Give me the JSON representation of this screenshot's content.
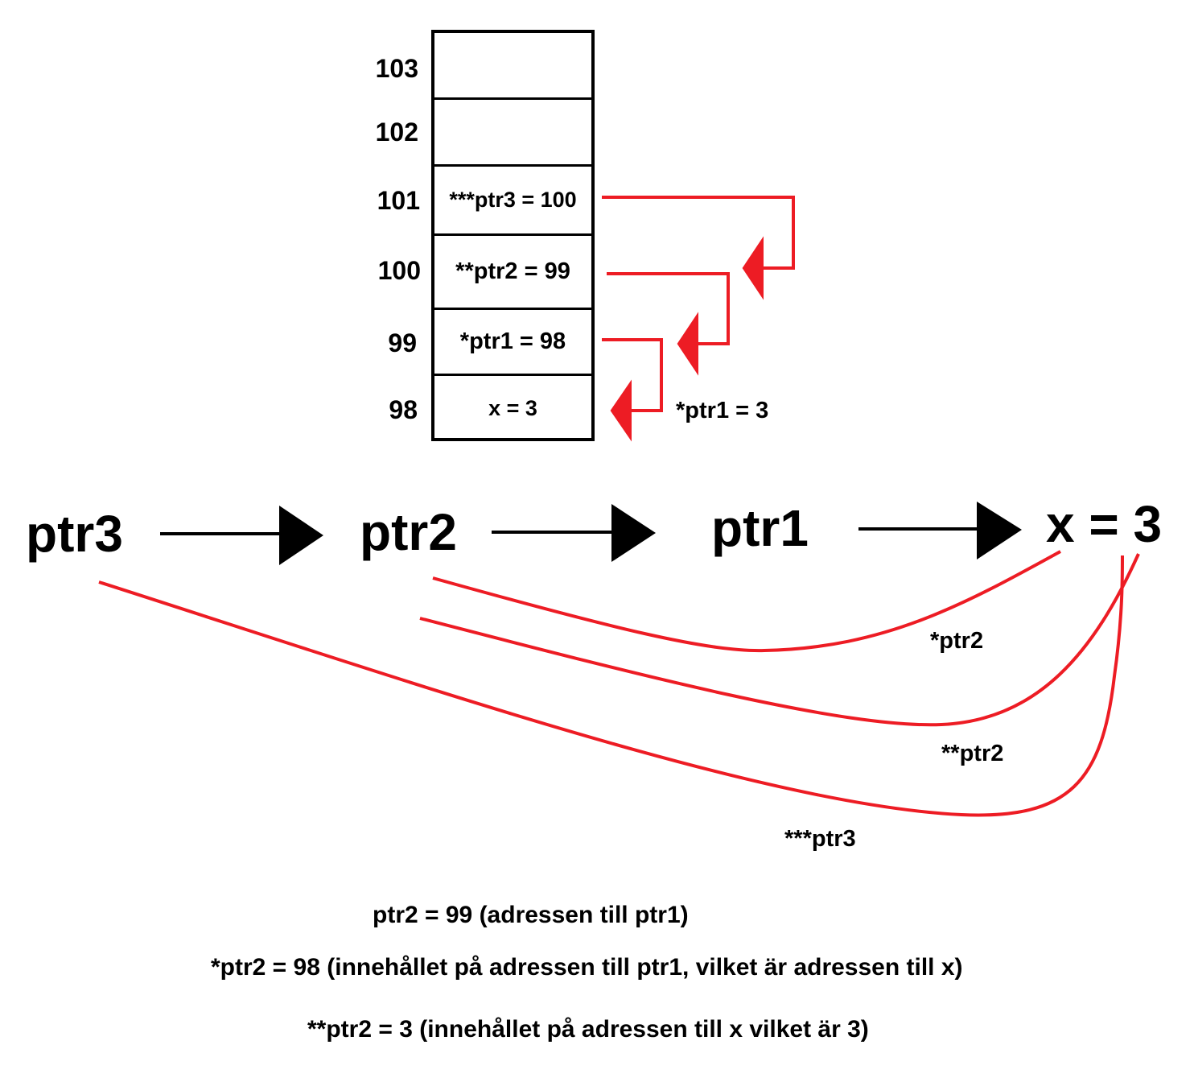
{
  "memory": {
    "cells": [
      {
        "address": "103",
        "content": ""
      },
      {
        "address": "102",
        "content": ""
      },
      {
        "address": "101",
        "content": "***ptr3 = 100"
      },
      {
        "address": "100",
        "content": "**ptr2 = 99"
      },
      {
        "address": "99",
        "content": "*ptr1 = 98"
      },
      {
        "address": "98",
        "content": "x = 3"
      }
    ],
    "side_label": "*ptr1 = 3"
  },
  "chain": {
    "nodes": [
      "ptr3",
      "ptr2",
      "ptr1",
      "x = 3"
    ]
  },
  "curves": {
    "labels": [
      "*ptr2",
      "**ptr2",
      "***ptr3"
    ]
  },
  "notes": [
    "ptr2 = 99 (adressen till ptr1)",
    "*ptr2 = 98 (innehållet på adressen till ptr1, vilket är adressen till x)",
    "**ptr2 = 3 (innehållet på adressen till x vilket är 3)"
  ],
  "colors": {
    "arrow_red": "#ed1c24",
    "ink": "#000000"
  }
}
